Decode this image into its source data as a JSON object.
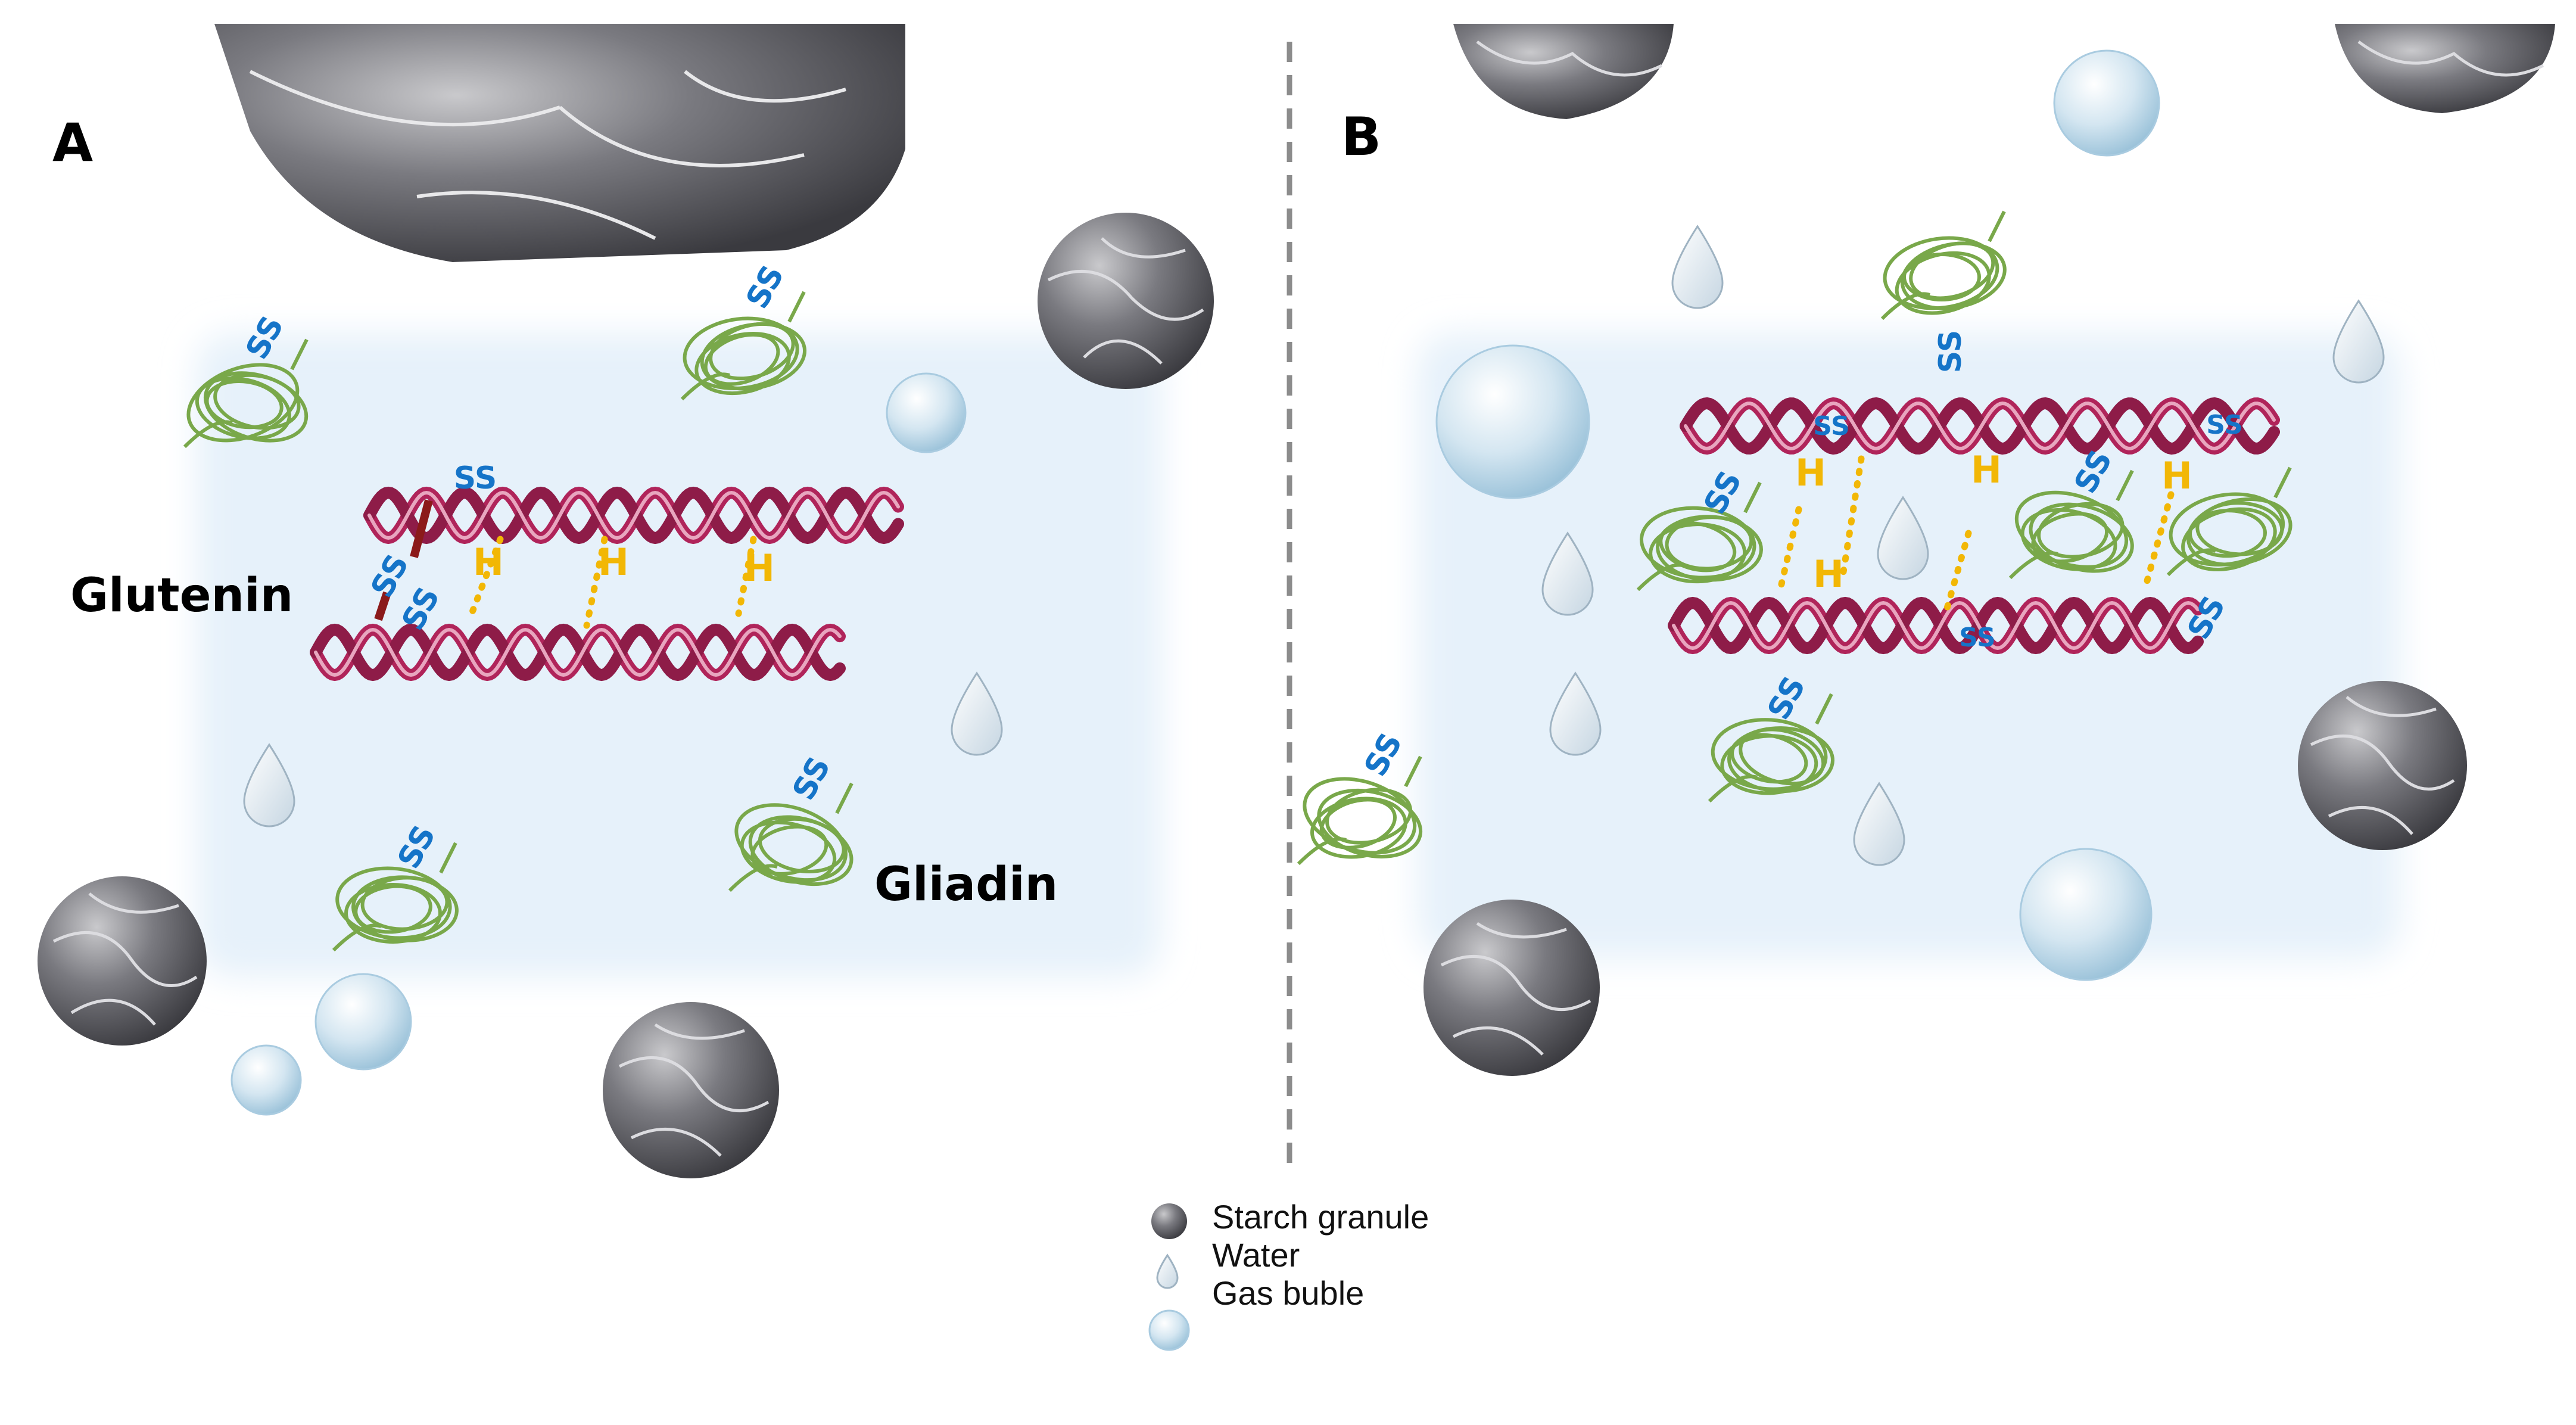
{
  "panels": {
    "a_label": "A",
    "b_label": "B"
  },
  "labels": {
    "glutenin": "Glutenin",
    "gliadin": "Gliadin"
  },
  "bond_labels": {
    "disulfide": "SS",
    "hydrogen": "H"
  },
  "legend": {
    "items": [
      {
        "icon": "starch-granule-icon",
        "label": "Starch granule"
      },
      {
        "icon": "water-drop-icon",
        "label": "Water"
      },
      {
        "icon": "gas-bubble-icon",
        "label": "Gas buble"
      }
    ]
  },
  "colors": {
    "glutenin_helix": "#b0245a",
    "gliadin_coil": "#79a84a",
    "disulfide_text": "#1574c8",
    "hydrogen_text": "#f2b705",
    "matrix_tint": "#e6f1fa",
    "starch": "#6f6f74"
  }
}
